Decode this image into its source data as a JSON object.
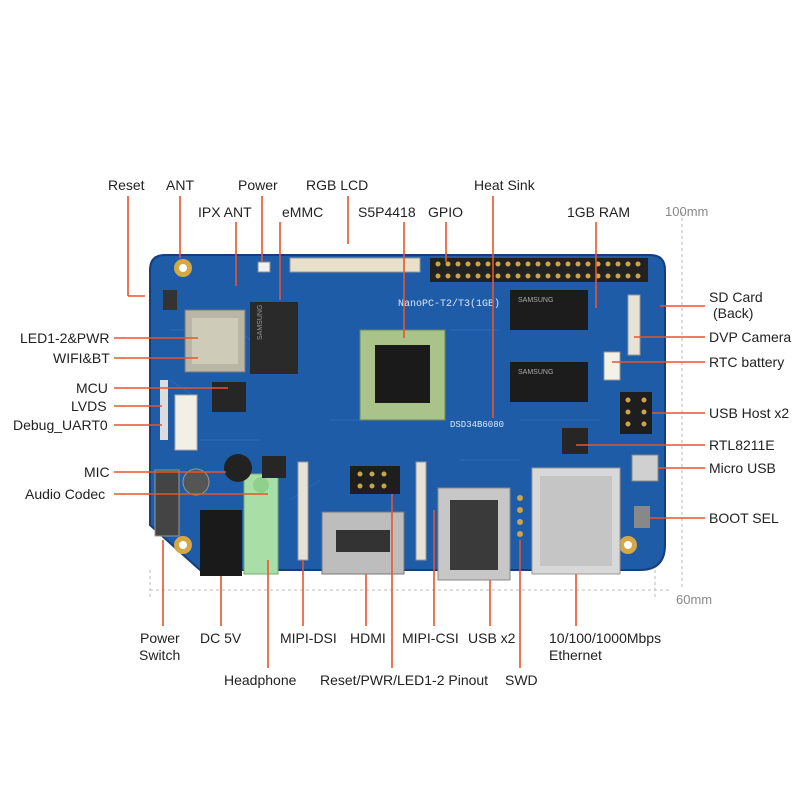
{
  "labels": {
    "reset": "Reset",
    "ant": "ANT",
    "power": "Power",
    "rgb_lcd": "RGB LCD",
    "heat_sink": "Heat Sink",
    "ipx_ant": "IPX ANT",
    "emmc": "eMMC",
    "s5p4418": "S5P4418",
    "gpio": "GPIO",
    "ram": "1GB RAM",
    "led_pwr": "LED1-2&PWR",
    "wifi_bt": "WIFI&BT",
    "mcu": "MCU",
    "lvds": "LVDS",
    "debug_uart": "Debug_UART0",
    "mic": "MIC",
    "audio_codec": "Audio Codec",
    "sd_card": "SD Card",
    "sd_card_back": "(Back)",
    "dvp_camera": "DVP Camera",
    "rtc_battery": "RTC battery",
    "usb_host": "USB Host x2",
    "rtl8211e": "RTL8211E",
    "micro_usb": "Micro USB",
    "boot_sel": "BOOT SEL",
    "power_switch_1": "Power",
    "power_switch_2": "Switch",
    "dc5v": "DC 5V",
    "mipi_dsi": "MIPI-DSI",
    "hdmi": "HDMI",
    "mipi_csi": "MIPI-CSI",
    "usb_x2": "USB x2",
    "ethernet_1": "10/100/1000Mbps",
    "ethernet_2": "Ethernet",
    "headphone": "Headphone",
    "pinout": "Reset/PWR/LED1-2 Pinout",
    "swd": "SWD"
  },
  "dimensions": {
    "height": "100mm",
    "width": "60mm"
  },
  "board": {
    "silk_title": "NanoPC-T2/T3(1GB)",
    "silk_code": "DSD34B6080",
    "ram_chip_1": "SAMSUNG",
    "ram_chip_2": "SAMSUNG"
  },
  "colors": {
    "pcb": "#1f5ca8",
    "leader": "#e8542a",
    "dimension": "#bbbbbb"
  }
}
